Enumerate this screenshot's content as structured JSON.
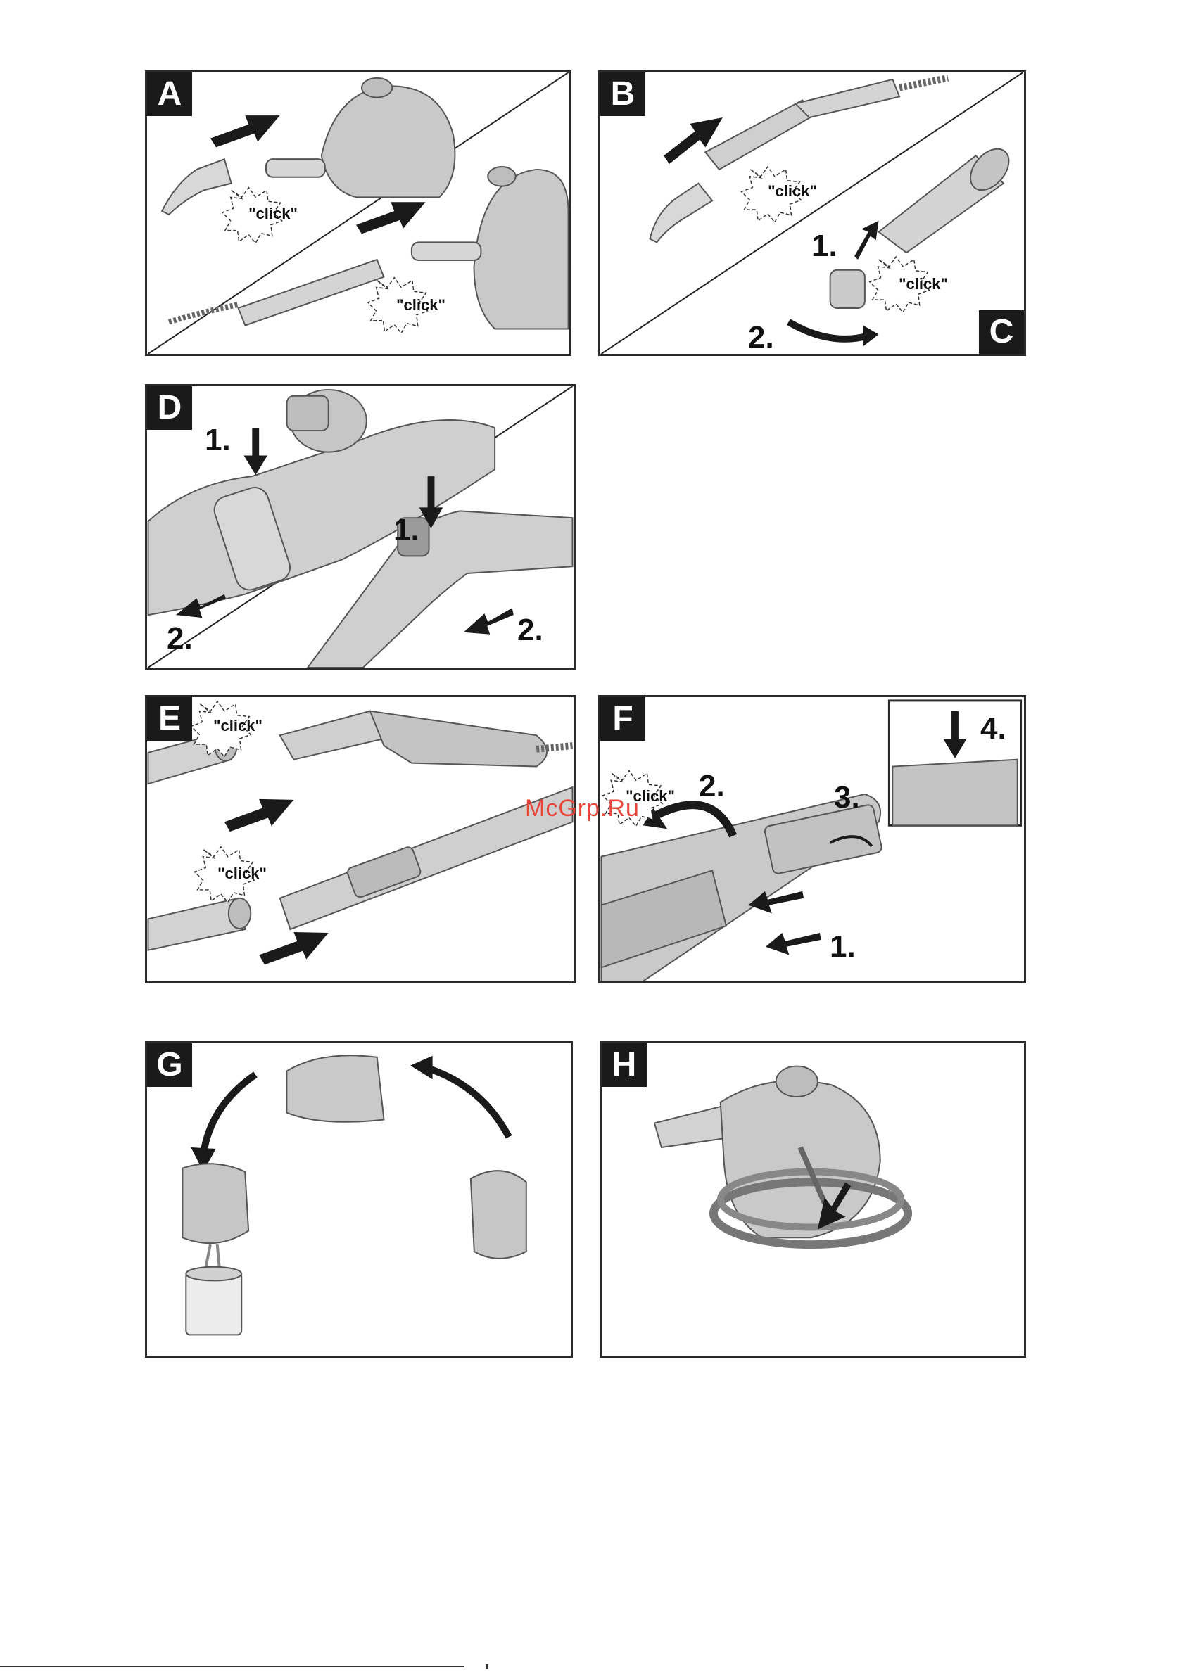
{
  "panels": {
    "A": {
      "letter": "A",
      "click1": "\"click\"",
      "click2": "\"click\""
    },
    "B": {
      "letter": "B",
      "click": "\"click\""
    },
    "C": {
      "letter": "C",
      "click": "\"click\"",
      "step1": "1.",
      "step2": "2."
    },
    "D": {
      "letter": "D",
      "step1a": "1.",
      "step1b": "1.",
      "step2a": "2.",
      "step2b": "2."
    },
    "E": {
      "letter": "E",
      "click1": "\"click\"",
      "click2": "\"click\""
    },
    "F": {
      "letter": "F",
      "click": "\"click\"",
      "step1": "1.",
      "step2": "2.",
      "step3": "3.",
      "step4": "4."
    },
    "G": {
      "letter": "G"
    },
    "H": {
      "letter": "H"
    }
  },
  "watermark": "McGrp.Ru"
}
